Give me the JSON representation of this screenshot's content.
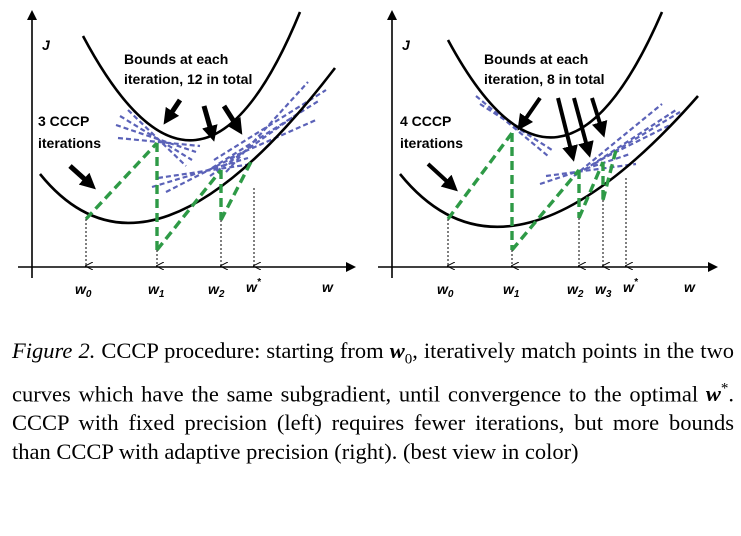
{
  "panels": [
    {
      "y_label": "J",
      "x_label": "w",
      "bounds_label_line1": "Bounds at each",
      "bounds_label_line2": "iteration, 12 in total",
      "cccp_label_line1": "3 CCCP",
      "cccp_label_line2": "iterations",
      "ticks": [
        {
          "base": "w",
          "sub": "0"
        },
        {
          "base": "w",
          "sub": "1"
        },
        {
          "base": "w",
          "sub": "2"
        },
        {
          "base": "w",
          "sub": "*"
        }
      ]
    },
    {
      "y_label": "J",
      "x_label": "w",
      "bounds_label_line1": "Bounds at each",
      "bounds_label_line2": "iteration, 8 in total",
      "cccp_label_line1": "4 CCCP",
      "cccp_label_line2": "iterations",
      "ticks": [
        {
          "base": "w",
          "sub": "0"
        },
        {
          "base": "w",
          "sub": "1"
        },
        {
          "base": "w",
          "sub": "2"
        },
        {
          "base": "w",
          "sub": "3"
        },
        {
          "base": "w",
          "sub": "*"
        }
      ]
    }
  ],
  "colors": {
    "curve": "#000000",
    "matching_line": "#2e9a46",
    "bound_line": "#5b62b8"
  },
  "caption": {
    "label": "Figure 2.",
    "text_1": "CCCP procedure: starting from",
    "math_1": "w",
    "math_1_sub": "0",
    "text_2": ", iteratively match points in the two curves which have the same subgradient, until convergence to the optimal",
    "math_2": "w",
    "math_2_sup": "*",
    "text_3": ". CCCP with fixed precision (left) requires fewer iterations, but more bounds than CCCP with adaptive precision (right). (best view in color)"
  }
}
